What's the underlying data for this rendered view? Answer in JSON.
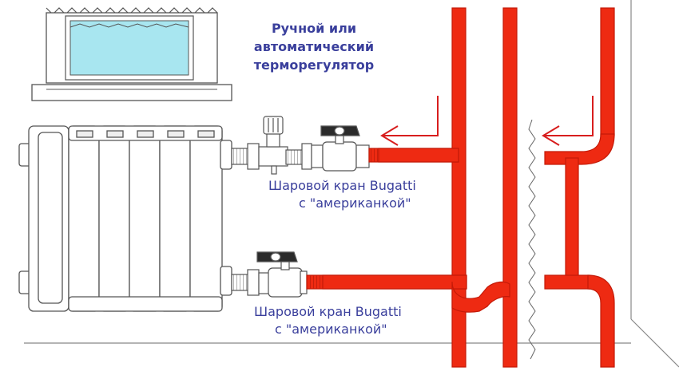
{
  "diagram": {
    "labels": {
      "thermo_line1": "Ручной или",
      "thermo_line2": "автоматический",
      "thermo_line3": "терморегулятор",
      "top_valve_line1": "Шаровой кран Bugatti",
      "top_valve_line2": "с \"американкой\"",
      "bottom_valve_line1": "Шаровой кран Bugatti",
      "bottom_valve_line2": "с \"американкой\""
    },
    "colors": {
      "pipe": "#ee2a12",
      "pipe_outline": "#c41a08",
      "arrow": "#d81e1e",
      "text": "#3a3f9c",
      "window_glass": "#a8e6f0",
      "line": "#555555"
    },
    "icons": {
      "radiator": "radiator-icon",
      "window": "window-icon",
      "thermostat": "thermostat-valve-icon",
      "ball_valve": "ball-valve-icon"
    }
  }
}
